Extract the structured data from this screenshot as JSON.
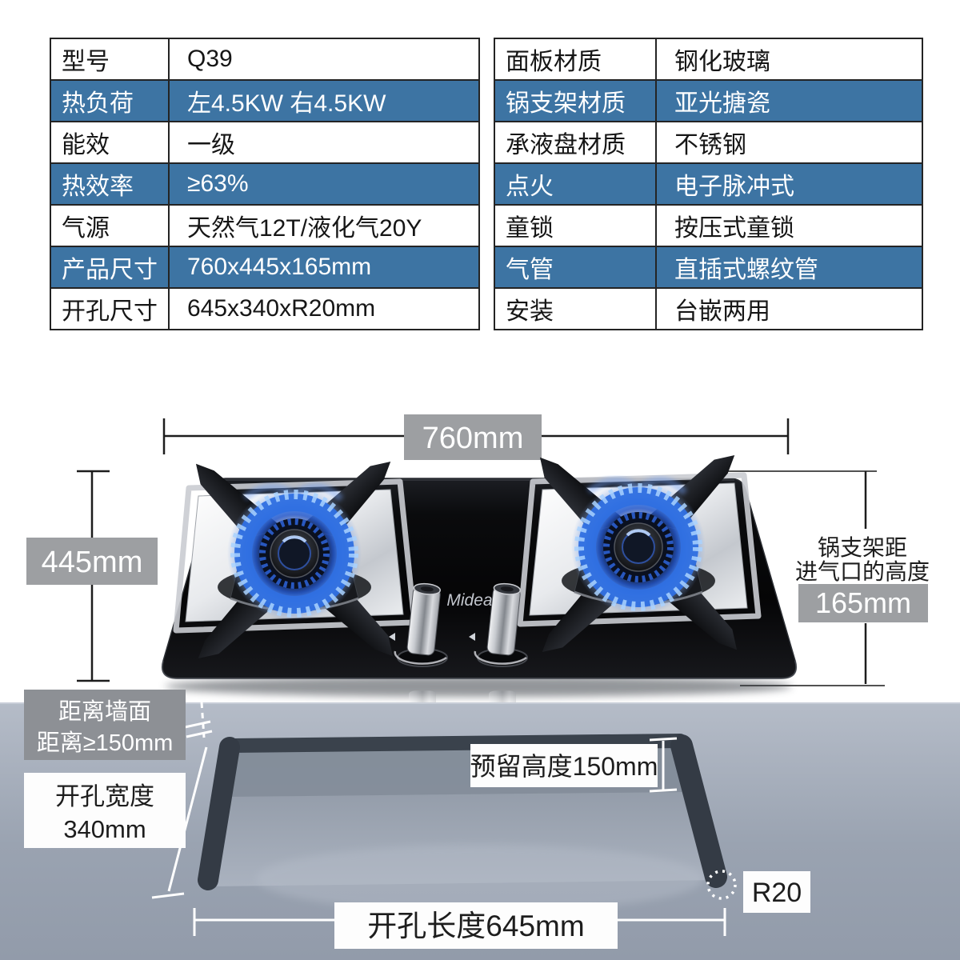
{
  "spec_table_left": {
    "rows": [
      {
        "label": "型号",
        "value": "Q39",
        "highlight": false
      },
      {
        "label": "热负荷",
        "value": "左4.5KW 右4.5KW",
        "highlight": true
      },
      {
        "label": "能效",
        "value": "一级",
        "highlight": false
      },
      {
        "label": "热效率",
        "value": "≥63%",
        "highlight": true
      },
      {
        "label": "气源",
        "value": "天然气12T/液化气20Y",
        "highlight": false
      },
      {
        "label": "产品尺寸",
        "value": "760x445x165mm",
        "highlight": true
      },
      {
        "label": "开孔尺寸",
        "value": "645x340xR20mm",
        "highlight": false
      }
    ]
  },
  "spec_table_right": {
    "rows": [
      {
        "label": "面板材质",
        "value": "钢化玻璃",
        "highlight": false
      },
      {
        "label": "锅支架材质",
        "value": "亚光搪瓷",
        "highlight": true
      },
      {
        "label": "承液盘材质",
        "value": "不锈钢",
        "highlight": false
      },
      {
        "label": "点火",
        "value": "电子脉冲式",
        "highlight": true
      },
      {
        "label": "童锁",
        "value": "按压式童锁",
        "highlight": false
      },
      {
        "label": "气管",
        "value": "直插式螺纹管",
        "highlight": true
      },
      {
        "label": "安装",
        "value": "台嵌两用",
        "highlight": false
      }
    ]
  },
  "product_diagram": {
    "width_label": "760mm",
    "depth_label": "445mm",
    "height_note_line1": "锅支架距",
    "height_note_line2": "进气口的高度",
    "height_label": "165mm",
    "brand_logo": "Midea"
  },
  "cutout_diagram": {
    "wall_note_line1": "距离墙面",
    "wall_note_line2": "距离≥150mm",
    "cutout_width_line1": "开孔宽度",
    "cutout_width_line2": "340mm",
    "reserved_height_label": "预留高度150mm",
    "cutout_length_label": "开孔长度645mm",
    "corner_radius_label": "R20"
  },
  "colors": {
    "highlight_row_blue": "#3d74a3",
    "table_border": "#242424",
    "dim_label_box_gray": "#9d9fa2",
    "wall_note_box_gray": "#8d9095",
    "flame_blue": "#2f6fe0",
    "countertop_gray": "#a3abb8",
    "cutout_edge_dark": "#343b45"
  }
}
